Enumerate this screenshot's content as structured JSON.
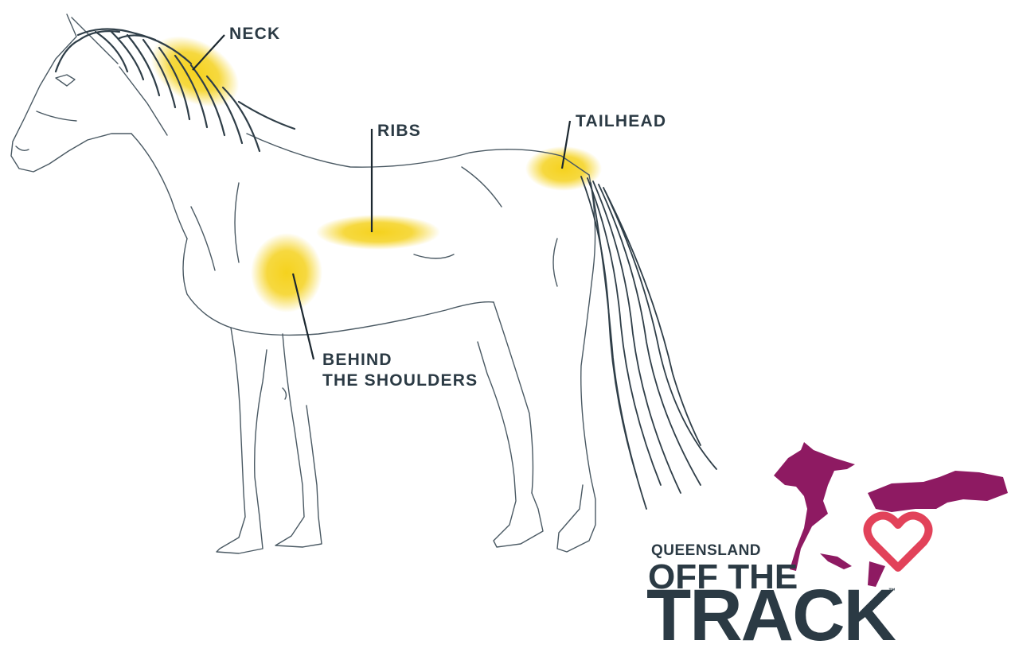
{
  "labels": {
    "neck": "NECK",
    "ribs": "RIBS",
    "tailhead": "TAILHEAD",
    "shoulders_line1": "BEHIND",
    "shoulders_line2": "THE SHOULDERS"
  },
  "logo": {
    "region": "QUEENSLAND",
    "line1": "OFF THE",
    "line2": "TRACK",
    "trademark": "™"
  },
  "colors": {
    "highlight": "#f5d21e",
    "ink": "#2b3a44",
    "brand_purple": "#8e1a62",
    "brand_heart": "#e2425a"
  }
}
